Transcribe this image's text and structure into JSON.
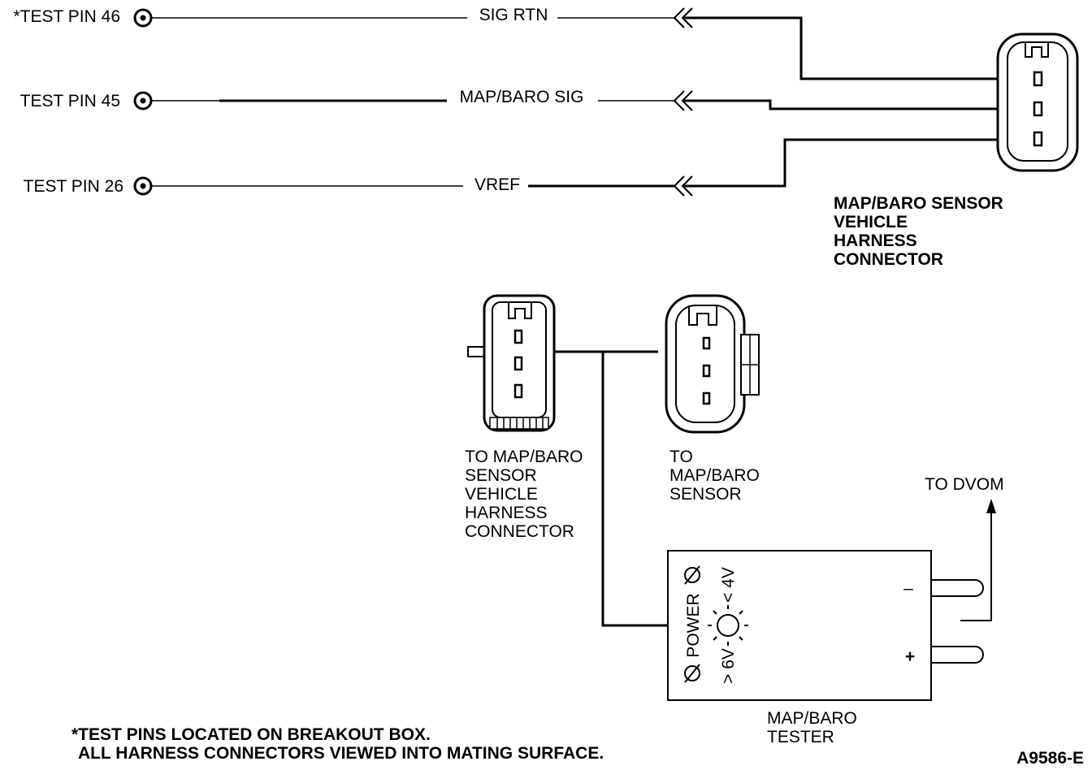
{
  "test_pins": [
    {
      "label": "*TEST PIN 46",
      "signal": "SIG RTN"
    },
    {
      "label": "TEST PIN 45",
      "signal": "MAP/BARO SIG"
    },
    {
      "label": "TEST PIN 26",
      "signal": "VREF"
    }
  ],
  "harness_connector_label": [
    "MAP/BARO SENSOR",
    "VEHICLE",
    "HARNESS",
    "CONNECTOR"
  ],
  "left_connector_label": [
    "TO MAP/BARO",
    "SENSOR",
    "VEHICLE",
    "HARNESS",
    "CONNECTOR"
  ],
  "right_connector_label": [
    "TO",
    "MAP/BARO",
    "SENSOR"
  ],
  "dvom_label": "TO DVOM",
  "tester": {
    "power_label": "POWER",
    "high_label": "> 6V",
    "low_label": "< 4V",
    "minus": "–",
    "plus": "+",
    "name_lines": [
      "MAP/BARO",
      "TESTER"
    ]
  },
  "footnote": [
    "*TEST PINS LOCATED ON BREAKOUT BOX.",
    "ALL HARNESS CONNECTORS VIEWED INTO MATING SURFACE."
  ],
  "figure_code": "A9586-E"
}
